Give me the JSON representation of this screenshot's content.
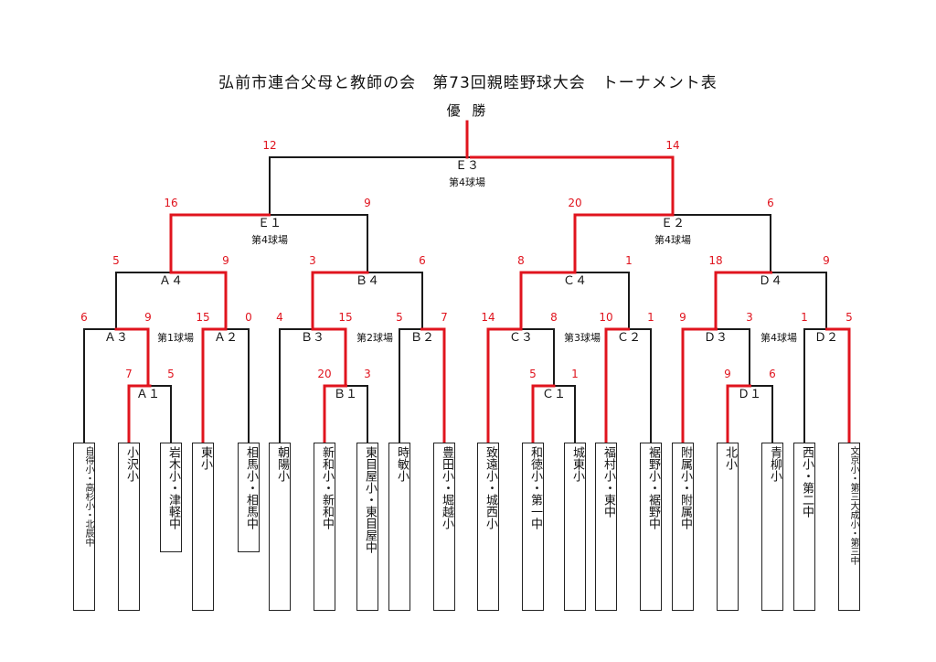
{
  "title": "弘前市連合父母と教師の会　第73回親睦野球大会　トーナメント表",
  "champion_label": "優 勝",
  "colors": {
    "winner": "#e0141e",
    "loser": "#1a1a1a",
    "score": "#e0141e"
  },
  "teams": [
    "自得小・高杉小・北辰中",
    "小沢小",
    "岩木小・津軽中",
    "東小",
    "相馬小・相馬中",
    "朝陽小",
    "新和小・新和中",
    "東目屋小・東目屋中",
    "時敏小",
    "豊田小・堀越小",
    "致遠小・城西小",
    "和徳小・第一中",
    "城東小",
    "福村小・東中",
    "裾野小・裾野中",
    "附属小・附属中",
    "北小",
    "青柳小",
    "西小・第二中",
    "文京小・第三大成小・第三中"
  ],
  "matches": [
    {
      "id": "A1",
      "label": "Ａ１",
      "venue": "",
      "left_score": "7",
      "right_score": "5"
    },
    {
      "id": "A3",
      "label": "Ａ３",
      "venue": "第1球場",
      "left_score": "6",
      "right_score": "9"
    },
    {
      "id": "A2",
      "label": "Ａ２",
      "venue": "",
      "left_score": "15",
      "right_score": "0"
    },
    {
      "id": "A4",
      "label": "Ａ４",
      "venue": "",
      "left_score": "5",
      "right_score": "9"
    },
    {
      "id": "B1",
      "label": "Ｂ１",
      "venue": "",
      "left_score": "20",
      "right_score": "3"
    },
    {
      "id": "B3",
      "label": "Ｂ３",
      "venue": "第2球場",
      "left_score": "4",
      "right_score": "15"
    },
    {
      "id": "B2",
      "label": "Ｂ２",
      "venue": "",
      "left_score": "5",
      "right_score": "7"
    },
    {
      "id": "B4",
      "label": "Ｂ４",
      "venue": "",
      "left_score": "3",
      "right_score": "6"
    },
    {
      "id": "C1",
      "label": "Ｃ１",
      "venue": "",
      "left_score": "5",
      "right_score": "1"
    },
    {
      "id": "C3",
      "label": "Ｃ３",
      "venue": "第3球場",
      "left_score": "14",
      "right_score": "8"
    },
    {
      "id": "C2",
      "label": "Ｃ２",
      "venue": "",
      "left_score": "10",
      "right_score": "1"
    },
    {
      "id": "C4",
      "label": "Ｃ４",
      "venue": "",
      "left_score": "8",
      "right_score": "1"
    },
    {
      "id": "D1",
      "label": "Ｄ１",
      "venue": "",
      "left_score": "9",
      "right_score": "6"
    },
    {
      "id": "D3",
      "label": "Ｄ３",
      "venue": "第4球場",
      "left_score": "9",
      "right_score": "3"
    },
    {
      "id": "D2",
      "label": "Ｄ２",
      "venue": "",
      "left_score": "1",
      "right_score": "5"
    },
    {
      "id": "D4",
      "label": "Ｄ４",
      "venue": "",
      "left_score": "18",
      "right_score": "9"
    },
    {
      "id": "E1",
      "label": "Ｅ１",
      "venue": "第4球場",
      "left_score": "16",
      "right_score": "9"
    },
    {
      "id": "E2",
      "label": "Ｅ２",
      "venue": "第4球場",
      "left_score": "20",
      "right_score": "6"
    },
    {
      "id": "E3",
      "label": "Ｅ３",
      "venue": "第4球場",
      "left_score": "12",
      "right_score": "14"
    }
  ]
}
